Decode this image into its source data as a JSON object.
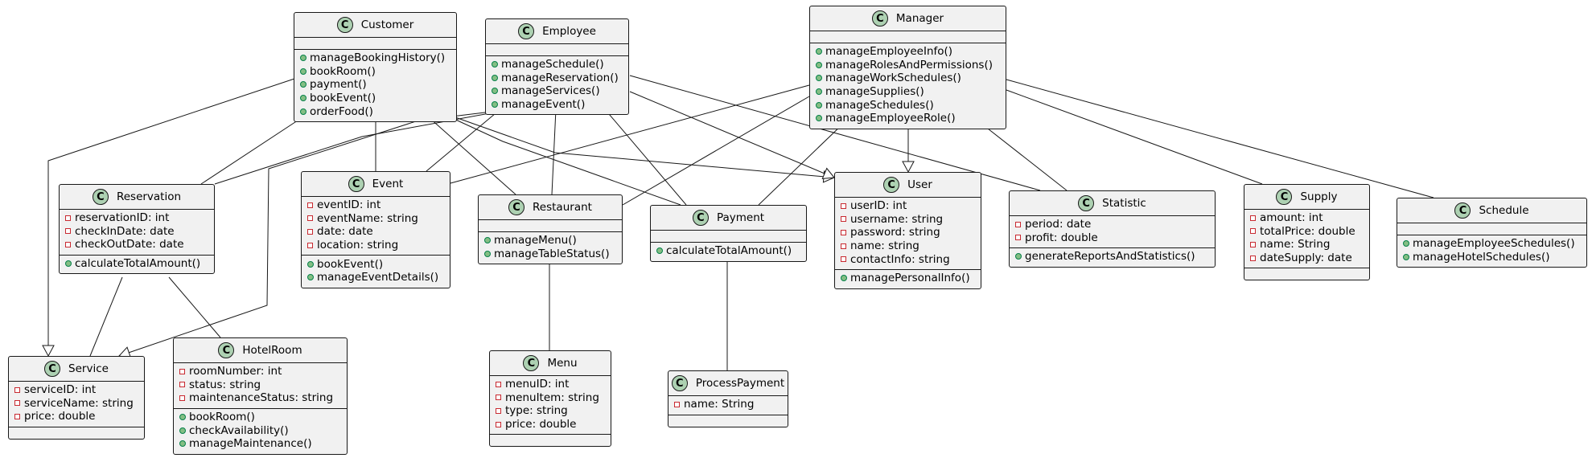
{
  "classes": {
    "customer": {
      "name": "Customer",
      "attributes": [],
      "methods": [
        "manageBookingHistory()",
        "bookRoom()",
        "payment()",
        "bookEvent()",
        "orderFood()"
      ]
    },
    "employee": {
      "name": "Employee",
      "attributes": [],
      "methods": [
        "manageSchedule()",
        "manageReservation()",
        "manageServices()",
        "manageEvent()"
      ]
    },
    "manager": {
      "name": "Manager",
      "attributes": [],
      "methods": [
        "manageEmployeeInfo()",
        "manageRolesAndPermissions()",
        "manageWorkSchedules()",
        "manageSupplies()",
        "manageSchedules()",
        "manageEmployeeRole()"
      ]
    },
    "reservation": {
      "name": "Reservation",
      "attributes": [
        "reservationID: int",
        "checkInDate: date",
        "checkOutDate: date"
      ],
      "methods": [
        "calculateTotalAmount()"
      ]
    },
    "event": {
      "name": "Event",
      "attributes": [
        "eventID: int",
        "eventName: string",
        "date: date",
        "location: string"
      ],
      "methods": [
        "bookEvent()",
        "manageEventDetails()"
      ]
    },
    "restaurant": {
      "name": "Restaurant",
      "attributes": [],
      "methods": [
        "manageMenu()",
        "manageTableStatus()"
      ]
    },
    "payment": {
      "name": "Payment",
      "attributes": [],
      "methods": [
        "calculateTotalAmount()"
      ]
    },
    "user": {
      "name": "User",
      "attributes": [
        "userID: int",
        "username: string",
        "password: string",
        "name: string",
        "contactInfo: string"
      ],
      "methods": [
        "managePersonalInfo()"
      ]
    },
    "statistic": {
      "name": "Statistic",
      "attributes": [
        "period: date",
        "profit: double"
      ],
      "methods": [
        "generateReportsAndStatistics()"
      ]
    },
    "supply": {
      "name": "Supply",
      "attributes": [
        "amount: int",
        "totalPrice: double",
        "name: String",
        "dateSupply: date"
      ],
      "methods": []
    },
    "schedule": {
      "name": "Schedule",
      "attributes": [],
      "methods": [
        "manageEmployeeSchedules()",
        "manageHotelSchedules()"
      ]
    },
    "service": {
      "name": "Service",
      "attributes": [
        "serviceID: int",
        "serviceName: string",
        "price: double"
      ],
      "methods": []
    },
    "hotelroom": {
      "name": "HotelRoom",
      "attributes": [
        "roomNumber: int",
        "status: string",
        "maintenanceStatus: string"
      ],
      "methods": [
        "bookRoom()",
        "checkAvailability()",
        "manageMaintenance()"
      ]
    },
    "menu": {
      "name": "Menu",
      "attributes": [
        "menuID: int",
        "menuItem: string",
        "type: string",
        "price: double"
      ],
      "methods": []
    },
    "processpayment": {
      "name": "ProcessPayment",
      "attributes": [
        "name: String"
      ],
      "methods": []
    }
  },
  "class_icon_letter": "C",
  "colors": {
    "class_fill": "#f1f1f1",
    "class_border": "#181818",
    "class_icon": "#add1b2",
    "private_marker": "#c82930",
    "public_marker": "#84be84",
    "edge": "#181818"
  },
  "relations": [
    {
      "from": "customer",
      "to": "service",
      "type": "inheritance"
    },
    {
      "from": "customer",
      "to": "reservation",
      "type": "association"
    },
    {
      "from": "customer",
      "to": "event",
      "type": "association"
    },
    {
      "from": "customer",
      "to": "restaurant",
      "type": "association"
    },
    {
      "from": "customer",
      "to": "payment",
      "type": "association"
    },
    {
      "from": "customer",
      "to": "user",
      "type": "inheritance"
    },
    {
      "from": "employee",
      "to": "service",
      "type": "inheritance"
    },
    {
      "from": "employee",
      "to": "reservation",
      "type": "association"
    },
    {
      "from": "employee",
      "to": "event",
      "type": "association"
    },
    {
      "from": "employee",
      "to": "restaurant",
      "type": "association"
    },
    {
      "from": "employee",
      "to": "payment",
      "type": "association"
    },
    {
      "from": "employee",
      "to": "user",
      "type": "inheritance"
    },
    {
      "from": "employee",
      "to": "statistic",
      "type": "association"
    },
    {
      "from": "manager",
      "to": "event",
      "type": "association"
    },
    {
      "from": "manager",
      "to": "restaurant",
      "type": "association"
    },
    {
      "from": "manager",
      "to": "payment",
      "type": "association"
    },
    {
      "from": "manager",
      "to": "user",
      "type": "inheritance"
    },
    {
      "from": "manager",
      "to": "statistic",
      "type": "association"
    },
    {
      "from": "manager",
      "to": "supply",
      "type": "association"
    },
    {
      "from": "manager",
      "to": "schedule",
      "type": "association"
    },
    {
      "from": "reservation",
      "to": "service",
      "type": "association"
    },
    {
      "from": "reservation",
      "to": "hotelroom",
      "type": "association"
    },
    {
      "from": "restaurant",
      "to": "menu",
      "type": "association"
    },
    {
      "from": "payment",
      "to": "processpayment",
      "type": "association"
    }
  ]
}
